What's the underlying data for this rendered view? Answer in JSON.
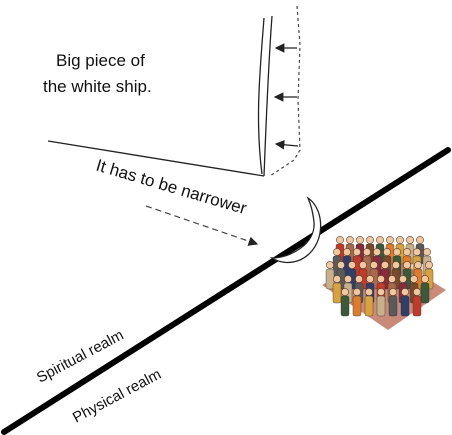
{
  "labels": {
    "ship_line1": "Big piece of",
    "ship_line2": "the white ship.",
    "narrower": "It has to be narrower",
    "spiritual": "Spiritual realm",
    "physical": "Physical realm"
  },
  "crowd": {
    "clothing_colors": [
      "#c43a2a",
      "#7a4a2a",
      "#d9a23a",
      "#2f3f6a",
      "#8a2a3a",
      "#e07b2a",
      "#5a5a5a",
      "#a86a4a",
      "#3a5a3a",
      "#c8b08a"
    ],
    "skin_color": "#f0c8a0",
    "floor_color": "#c98a7a"
  }
}
